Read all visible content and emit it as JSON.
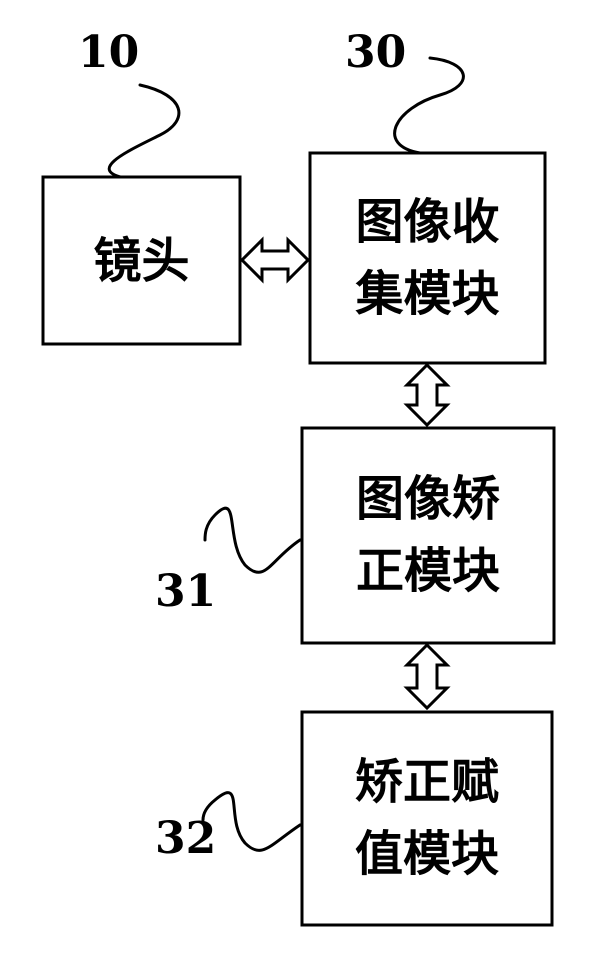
{
  "blocks": {
    "lens": {
      "lines": [
        "镜头"
      ],
      "ref": "10"
    },
    "image_collection": {
      "lines": [
        "图像收",
        "集模块"
      ],
      "ref": "30"
    },
    "image_correction": {
      "lines": [
        "图像矫",
        "正模块"
      ],
      "ref": "31"
    },
    "correction_assignment": {
      "lines": [
        "矫正赋",
        "值模块"
      ],
      "ref": "32"
    }
  }
}
